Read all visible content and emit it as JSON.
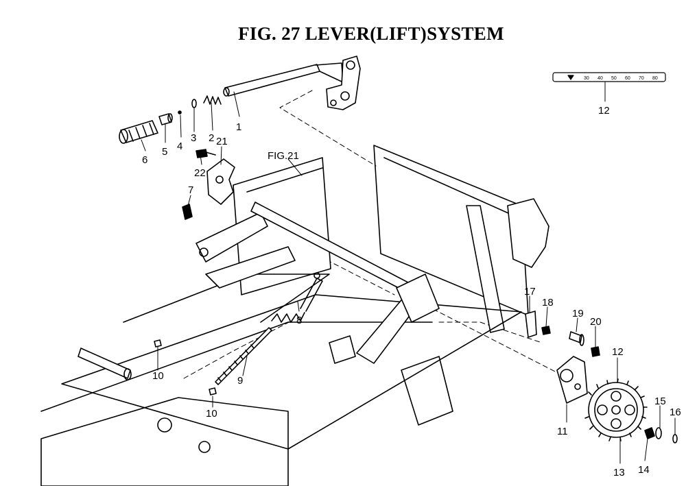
{
  "title": "FIG. 27  LEVER(LIFT)SYSTEM",
  "reference": "FIG.21",
  "scale_label": {
    "ticks": [
      "30",
      "40",
      "50",
      "60",
      "70",
      "80"
    ]
  },
  "callouts": {
    "c1": "1",
    "c2": "2",
    "c3": "3",
    "c4": "4",
    "c5": "5",
    "c6": "6",
    "c7": "7",
    "c8": "8",
    "c9": "9",
    "c10a": "10",
    "c10b": "10",
    "c11": "11",
    "c12a": "12",
    "c12b": "12",
    "c13": "13",
    "c14": "14",
    "c15": "15",
    "c16": "16",
    "c17": "17",
    "c18": "18",
    "c19": "19",
    "c20": "20",
    "c21": "21",
    "c22": "22"
  }
}
